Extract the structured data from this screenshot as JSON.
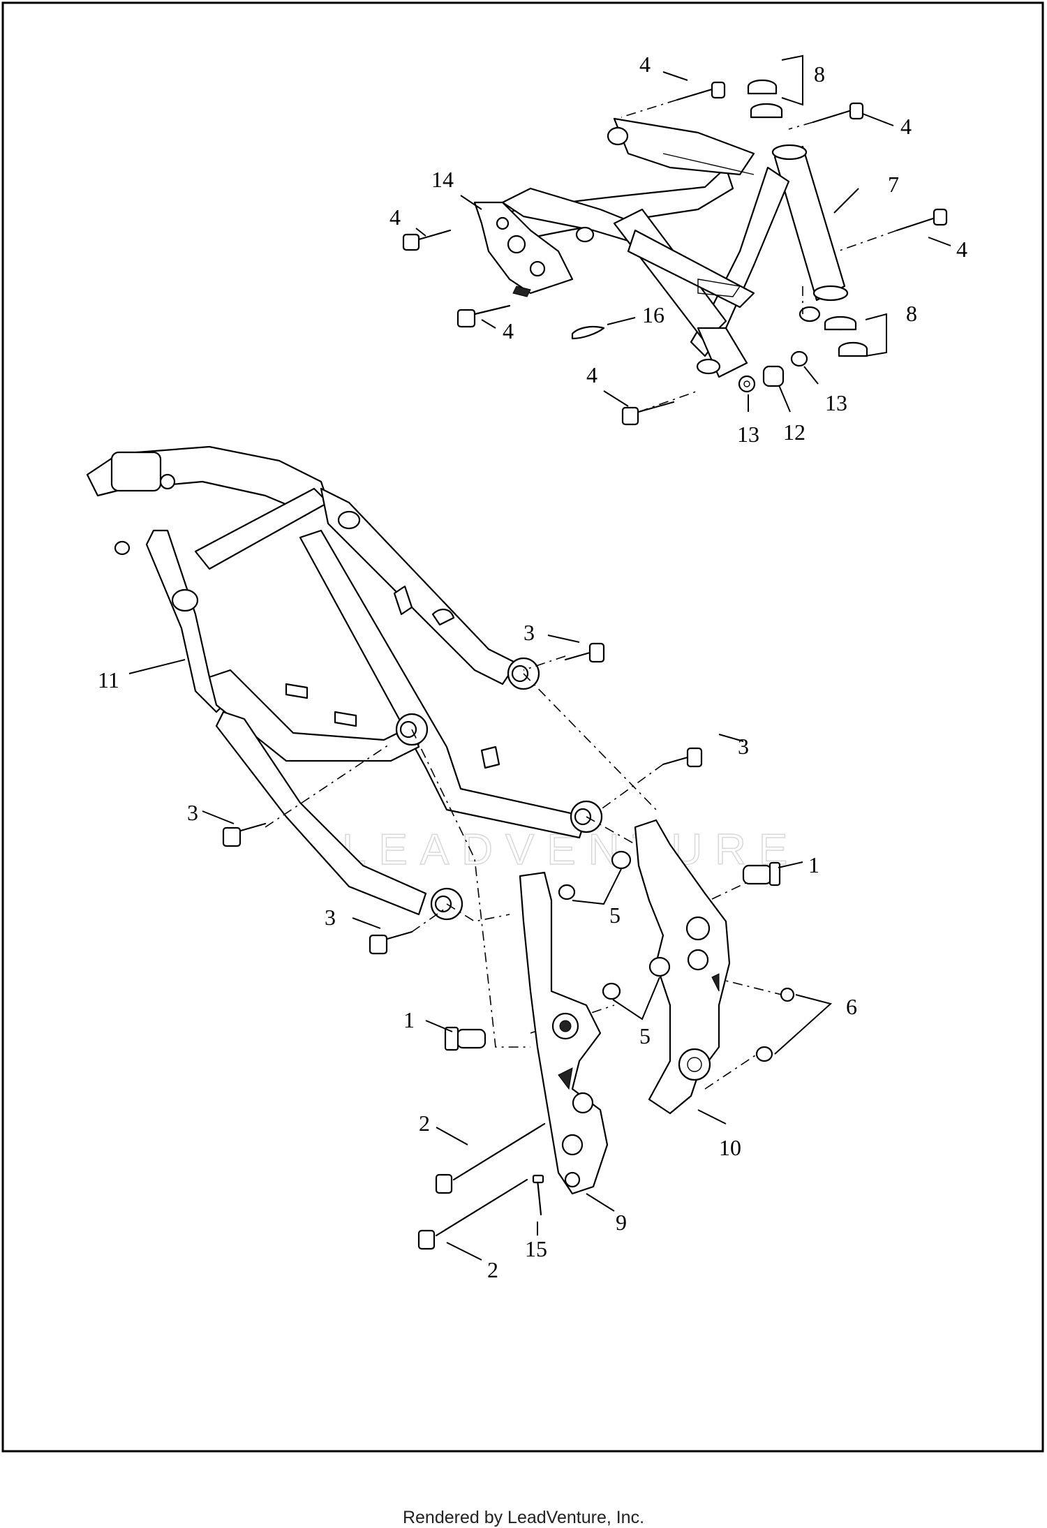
{
  "watermark": "LEADVENTURE",
  "footer": "Rendered by LeadVenture, Inc.",
  "callouts": [
    {
      "id": "c4a",
      "label": "4"
    },
    {
      "id": "c8a",
      "label": "8"
    },
    {
      "id": "c4b",
      "label": "4"
    },
    {
      "id": "c14",
      "label": "14"
    },
    {
      "id": "c7",
      "label": "7"
    },
    {
      "id": "c4c",
      "label": "4"
    },
    {
      "id": "c4d",
      "label": "4"
    },
    {
      "id": "c4e",
      "label": "4"
    },
    {
      "id": "c16",
      "label": "16"
    },
    {
      "id": "c8b",
      "label": "8"
    },
    {
      "id": "c4f",
      "label": "4"
    },
    {
      "id": "c13a",
      "label": "13"
    },
    {
      "id": "c13b",
      "label": "13"
    },
    {
      "id": "c12",
      "label": "12"
    },
    {
      "id": "c3a",
      "label": "3"
    },
    {
      "id": "c11",
      "label": "11"
    },
    {
      "id": "c3b",
      "label": "3"
    },
    {
      "id": "c3c",
      "label": "3"
    },
    {
      "id": "c3d",
      "label": "3"
    },
    {
      "id": "c1a",
      "label": "1"
    },
    {
      "id": "c5a",
      "label": "5"
    },
    {
      "id": "c1b",
      "label": "1"
    },
    {
      "id": "c5b",
      "label": "5"
    },
    {
      "id": "c6",
      "label": "6"
    },
    {
      "id": "c10",
      "label": "10"
    },
    {
      "id": "c2a",
      "label": "2"
    },
    {
      "id": "c9",
      "label": "9"
    },
    {
      "id": "c15",
      "label": "15"
    },
    {
      "id": "c2b",
      "label": "2"
    }
  ]
}
